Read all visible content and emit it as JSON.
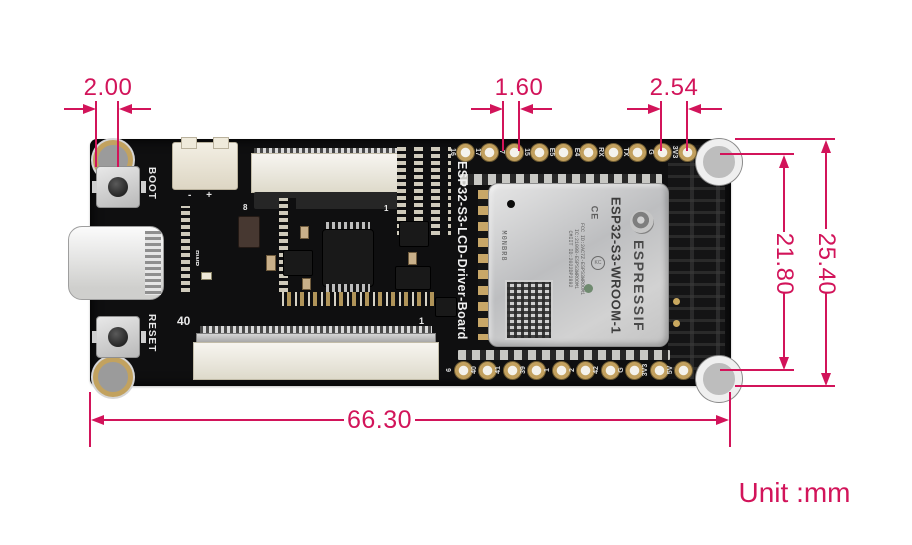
{
  "unit": {
    "label": "Unit :mm"
  },
  "dimensions": {
    "color": "#d2145a",
    "hole_edge_offset": "2.00",
    "pad_hole_diameter": "1.60",
    "pin_pitch": "2.54",
    "hole_span_vertical": "21.80",
    "board_height": "25.40",
    "board_width": "66.30"
  },
  "board": {
    "silkscreen_title": "ESP32-S3-LCD-Driver-Board",
    "boot_button_label": "BOOT",
    "reset_button_label": "RESET",
    "pwr_led_label": "PWR",
    "battery_polarity_marks": "-  +",
    "fpc_bottom_pin_first": "40",
    "fpc_bottom_pin_last": "1",
    "fpc_top_pin_first": "8",
    "fpc_top_pin_last": "1",
    "pins_top": [
      "16",
      "17",
      "7",
      "15",
      "E5",
      "E4",
      "RX",
      "TX",
      "G",
      "3V3"
    ],
    "pins_bottom": [
      "6",
      "40",
      "41",
      "39",
      "1",
      "2",
      "42",
      "G",
      "3V3",
      "5V"
    ],
    "module": {
      "brand": "ESPRESSIF",
      "model": "ESP32-S3-WROOM-1",
      "marking": "M0NBR8",
      "ce_mark": "CE",
      "cert_lines": [
        "FCC ID:2AC7Z-ESPS3WROOM1",
        "IC:21098-ESPS3WROOM1",
        "CMIIT ID:2022DP2892"
      ]
    }
  }
}
